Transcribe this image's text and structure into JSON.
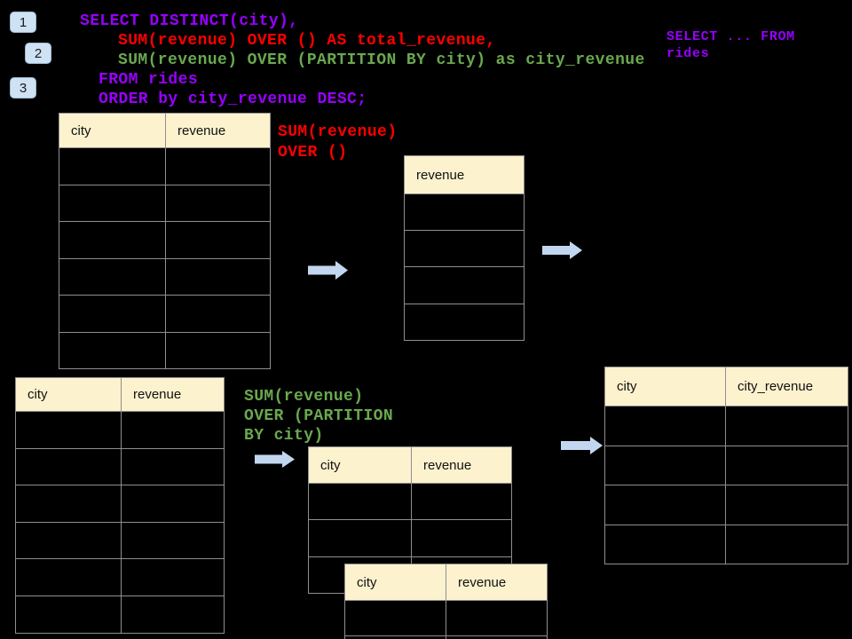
{
  "slide": {
    "background": "#000000"
  },
  "badges": {
    "labels": [
      "1",
      "2",
      "3"
    ]
  },
  "sql_code": {
    "lines": [
      {
        "text": "SELECT DISTINCT(city),",
        "color": "#9900FF"
      },
      {
        "text": "SUM(revenue) OVER () AS total_revenue,",
        "color": "#FF0000"
      },
      {
        "text": "SUM(revenue) OVER (PARTITION BY city) as city_revenue",
        "color": "#6AA84F"
      },
      {
        "text": "FROM rides",
        "color": "#9900FF"
      },
      {
        "text": "ORDER by city_revenue DESC;",
        "color": "#9900FF"
      }
    ]
  },
  "side_code": {
    "color": "#9900FF",
    "lines": [
      "SELECT ... FROM",
      "rides"
    ]
  },
  "annotations": {
    "total": {
      "color": "#FF0000",
      "lines": [
        "SUM(revenue)",
        "OVER ()"
      ]
    },
    "partition": {
      "color": "#6AA84F",
      "lines": [
        "SUM(revenue)",
        "OVER (PARTITION",
        "BY city)"
      ]
    }
  },
  "tables": {
    "source_full": {
      "columns": [
        "city",
        "revenue"
      ],
      "body_rows": 6
    },
    "total_result": {
      "columns": [
        "revenue"
      ],
      "body_rows": 4
    },
    "partition_source": {
      "columns": [
        "city",
        "revenue"
      ],
      "body_rows": 6
    },
    "partition_group_back": {
      "columns": [
        "city",
        "revenue"
      ],
      "body_rows": 3
    },
    "partition_group_front": {
      "columns": [
        "city",
        "revenue"
      ],
      "body_rows": 2
    },
    "partition_result": {
      "columns": [
        "city",
        "city_revenue"
      ],
      "body_rows": 4
    }
  },
  "palette": {
    "table_header_fill": "#FDF2CE",
    "table_border": "#8F8F8F",
    "arrow_fill": "#C2D7EF",
    "badge_fill": "#CFE2F3"
  }
}
